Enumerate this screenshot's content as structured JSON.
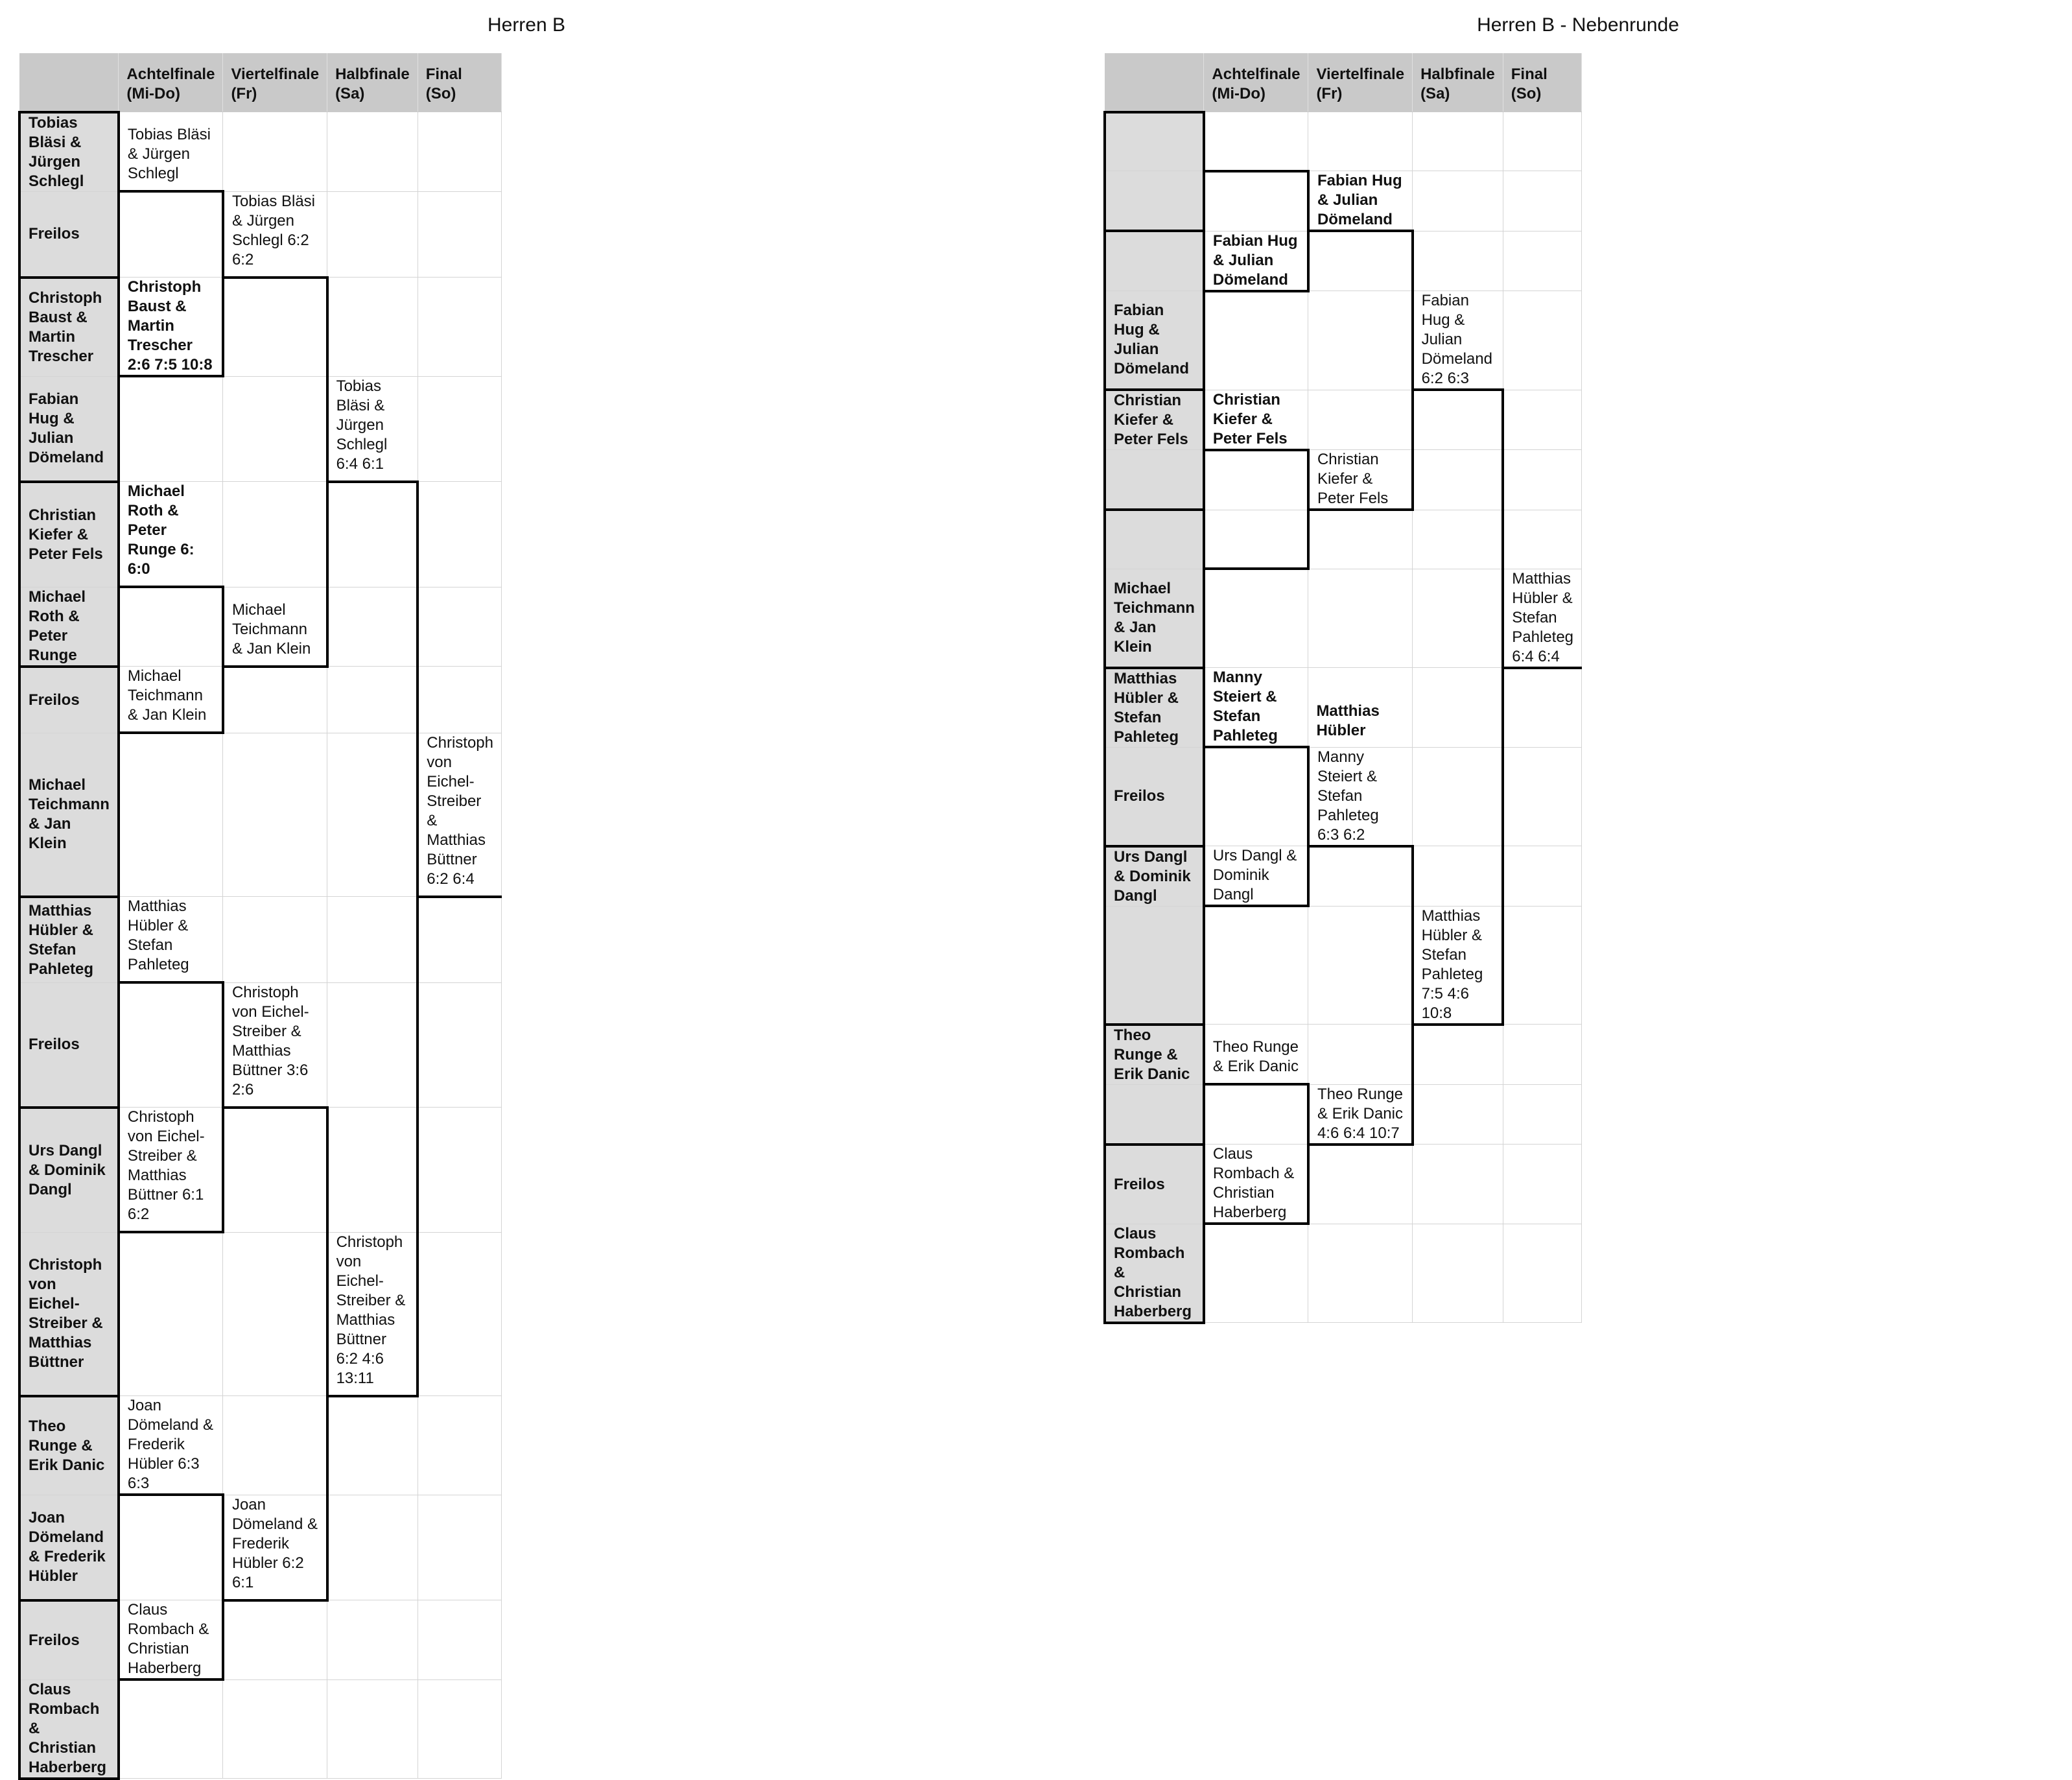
{
  "headers": [
    "",
    "Achtelfinale (Mi-Do)",
    "Viertelfinale (Fr)",
    "Halbfinale (Sa)",
    "Final (So)"
  ],
  "left": {
    "title": "Herren B",
    "teams": [
      "Tobias Bläsi  & Jürgen Schlegl",
      "Freilos",
      "Christoph Baust & Martin Trescher",
      "Fabian Hug & Julian Dömeland",
      "Christian Kiefer & Peter Fels",
      "Michael Roth & Peter Runge",
      "Freilos",
      "Michael Teichmann & Jan Klein",
      "Matthias Hübler & Stefan Pahleteg",
      "Freilos",
      "Urs Dangl & Dominik Dangl",
      "Christoph von Eichel-Streiber & Matthias Büttner",
      "Theo Runge & Erik Danic",
      "Joan Dömeland & Frederik Hübler",
      "Freilos",
      "Claus Rombach & Christian Haberberg"
    ],
    "r16": [
      "Tobias Bläsi  & Jürgen Schlegl",
      "Christoph Baust & Martin Trescher 2:6 7:5 10:8",
      "Michael Roth & Peter Runge 6: 6:0",
      "Michael Teichmann  & Jan Klein",
      "Matthias Hübler & Stefan Pahleteg",
      "Christoph von Eichel-Streiber & Matthias Büttner 6:1 6:2",
      "Joan Dömeland & Frederik Hübler 6:3 6:3",
      "Claus Rombach & Christian Haberberg"
    ],
    "qf": [
      "Tobias Bläsi  & Jürgen Schlegl 6:2 6:2",
      "Michael Teichmann  & Jan Klein",
      "Christoph von Eichel-Streiber & Matthias Büttner 3:6 2:6",
      "Joan Dömeland & Frederik Hübler 6:2 6:1"
    ],
    "sf": [
      "Tobias Bläsi  & Jürgen Schlegl 6:4 6:1",
      "Christoph von Eichel-Streiber & Matthias Büttner 6:2 4:6 13:11"
    ],
    "final": "Christoph von Eichel-Streiber & Matthias Büttner 6:2 6:4"
  },
  "right": {
    "title": "Herren B - Nebenrunde",
    "teams": [
      "Fabian Hug & Julian Dömeland",
      "Christian Kiefer & Peter Fels",
      "Michael Teichmann & Jan Klein",
      "Matthias Hübler & Stefan Pahleteg",
      "Freilos",
      "Urs Dangl & Dominik Dangl",
      "Theo Runge & Erik Danic",
      "Freilos",
      "Claus Rombach & Christian Haberberg"
    ],
    "r16": [
      "Fabian Hug & Julian Dömeland",
      "Christian Kiefer & Peter Fels",
      "Manny Steiert & Stefan Pahleteg",
      "Urs Dangl & Dominik Dangl",
      "Theo Runge & Erik Danic",
      "Claus Rombach & Christian Haberberg"
    ],
    "qf": [
      "Fabian Hug & Julian Dömeland",
      "Christian Kiefer & Peter Fels",
      "Matthias Hübler",
      "Manny Steiert  & Stefan Pahleteg 6:3 6:2",
      "Theo Runge & Erik Danic 4:6 6:4 10:7"
    ],
    "sf": [
      "Fabian Hug & Julian Dömeland 6:2 6:3",
      "Matthias Hübler  & Stefan Pahleteg 7:5 4:6 10:8"
    ],
    "final": "Matthias Hübler  & Stefan Pahleteg 6:4 6:4"
  }
}
